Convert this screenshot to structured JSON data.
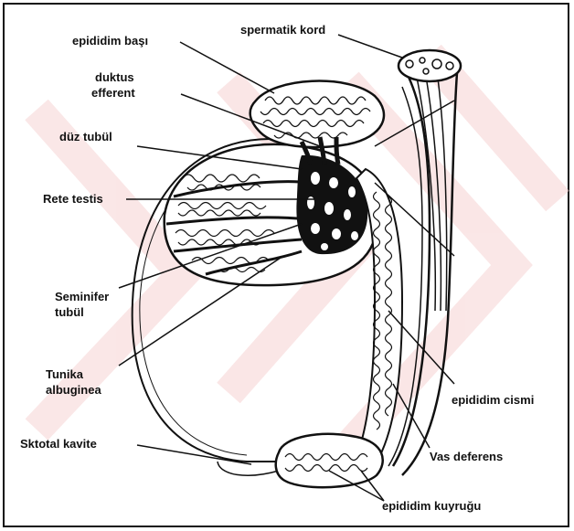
{
  "labels": {
    "epididim_basi": "epididim başı",
    "spermatik_kord": "spermatik kord",
    "duktus_line1": "duktus",
    "duktus_line2": "efferent",
    "duz_tubul": "düz tubül",
    "rete_testis": "Rete testis",
    "seminifer_line1": "Seminifer",
    "seminifer_line2": "tubül",
    "tunika_line1": "Tunika",
    "tunika_line2": "albuginea",
    "sktotal_kavite": "Sktotal kavite",
    "epididim_cismi": "epididim cismi",
    "vas_deferens": "Vas deferens",
    "epididim_kuyrugu": "epididim kuyruğu"
  },
  "colors": {
    "ink": "#111111",
    "watermark": "#f6d3d3",
    "background": "#ffffff"
  }
}
